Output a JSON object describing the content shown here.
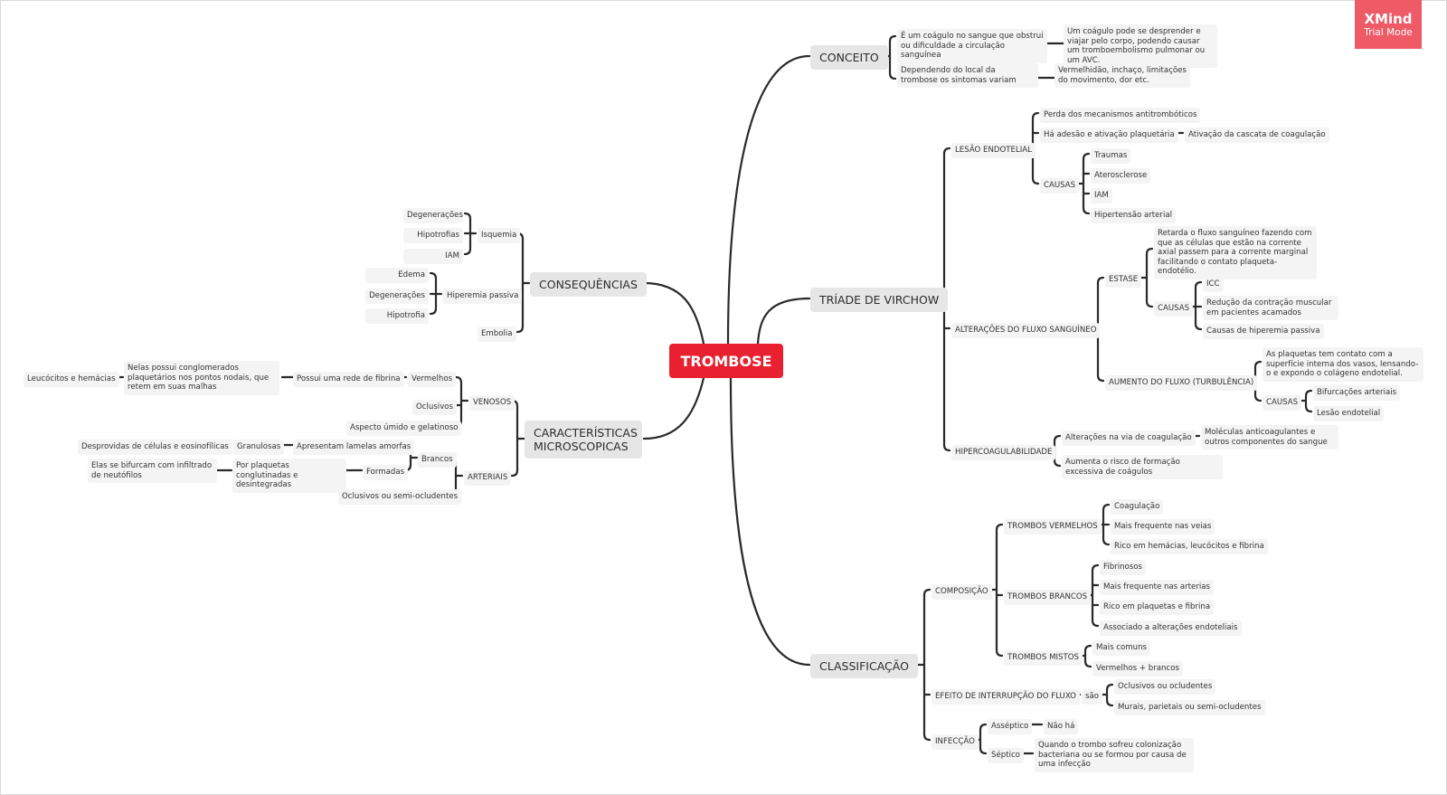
{
  "app": {
    "brand": "XMind",
    "mode": "Trial Mode",
    "accent": "#e8202f"
  },
  "root": "TROMBOSE",
  "conceito": {
    "label": "CONCEITO",
    "a1": "É um coágulo no sangue que obstrui ou dificuldade a circulação sanguínea",
    "a1c": "Um coágulo pode se desprender e viajar pelo corpo, podendo causar um tromboembolismo pulmonar ou um AVC.",
    "a2": "Dependendo do local da trombose os sintomas variam",
    "a2c": "Vermelhidão, inchaço, limitações do movimento, dor etc."
  },
  "virchow": {
    "label": "TRÍADE DE VIRCHOW",
    "lesao": {
      "label": "LESÃO ENDOTELIAL",
      "perda": "Perda dos mecanismos antitrombóticos",
      "adesao": "Há adesão e ativação plaquetária",
      "adesao_c": "Ativação da cascata de coagulação",
      "causas": "CAUSAS",
      "causas_items": [
        "Traumas",
        "Aterosclerose",
        "IAM",
        "Hipertensão arterial"
      ]
    },
    "fluxo": {
      "label": "ALTERAÇÕES DO FLUXO SANGUÍNEO",
      "estase": "ESTASE",
      "estase_desc": "Retarda o fluxo sanguíneo fazendo com que as células que estão na corrente axial passem para a corrente marginal facilitando o contato plaqueta-endotélio.",
      "estase_causas": "CAUSAS",
      "estase_causas_items": [
        "ICC",
        "Redução da contração muscular em pacientes acamados",
        "Causas de hiperemia passiva"
      ],
      "aumento": "AUMENTO DO FLUXO (TURBULÊNCIA)",
      "aumento_desc": "As plaquetas tem contato com a superfície interna dos vasos, lensando-o e expondo o colágeno endotelial.",
      "aumento_causas": "CAUSAS",
      "aumento_causas_items": [
        "Bifurcações arteriais",
        "Lesão endotelial"
      ]
    },
    "hiper": {
      "label": "HIPERCOAGULABILIDADE",
      "alt": "Alterações na via de coagulação",
      "alt_c": "Moléculas anticoagulantes e outros componentes do sangue",
      "risco": "Aumenta o risco de formação excessiva de coágulos"
    }
  },
  "classificacao": {
    "label": "CLASSIFICAÇÃO",
    "composicao": {
      "label": "COMPOSIÇÃO",
      "vermelhos": "TROMBOS VERMELHOS",
      "vermelhos_items": [
        "Coagulação",
        "Mais frequente nas veias",
        "Rico em hemácias, leucócitos e fibrina"
      ],
      "brancos": "TROMBOS BRANCOS",
      "brancos_items": [
        "Fibrinosos",
        "Mais frequente nas arterias",
        "Rico em plaquetas e fibrina",
        "Associado a alterações endoteliais"
      ],
      "mistos": "TROMBOS MISTOS",
      "mistos_items": [
        "Mais comuns",
        "Vermelhos + brancos"
      ]
    },
    "efeito": {
      "label": "EFEITO DE INTERRUPÇÃO DO FLUXO",
      "sao": "são",
      "items": [
        "Oclusivos ou ocludentes",
        "Murais, parietais ou semi-ocludentes"
      ]
    },
    "infeccao": {
      "label": "INFECÇÃO",
      "asseptico": "Asséptico",
      "asseptico_c": "Não há",
      "septico": "Séptico",
      "septico_c": "Quando o trombo sofreu colonização bacteriana ou se formou por causa de uma infecção"
    }
  },
  "consequencias": {
    "label": "CONSEQUÊNCIAS",
    "isquemia": "Isquemia",
    "isquemia_items": [
      "Degenerações",
      "Hipotrofias",
      "IAM"
    ],
    "hiperemia": "Hiperemia passiva",
    "hiperemia_items": [
      "Edema",
      "Degenerações",
      "Hipotrofia"
    ],
    "embolia": "Embolia"
  },
  "caracteristicas": {
    "label": "CARACTERÍSTICAS MICROSCOPICAS",
    "venosos": {
      "label": "VENOSOS",
      "vermelhos": "Vermelhos",
      "rede": "Possui uma rede de fibrina",
      "nelas": "Nelas possui conglomerados plaquetários nos pontos nodais, que retem em suas malhas",
      "leuco": "Leucócitos e hemácias",
      "oclusivos": "Oclusivos",
      "aspecto": "Aspecto úmido e gelatinoso"
    },
    "arteriais": {
      "label": "ARTERIAIS",
      "brancos": "Brancos",
      "lamelas": "Apresentam lamelas amorfas",
      "granulosas": "Granulosas",
      "desprovidas": "Desprovidas de células e eosinofílicas",
      "formadas": "Formadas",
      "plaquetas": "Por plaquetas conglutinadas e desintegradas",
      "bifurcam": "Elas se bifurcam com infiltrado de neutófilos",
      "oclusivos": "Oclusivos ou semi-ocludentes"
    }
  }
}
